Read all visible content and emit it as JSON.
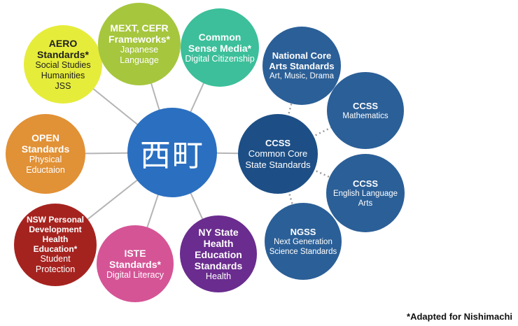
{
  "center": {
    "label": "西町"
  },
  "nodes": {
    "aero": {
      "title": "AERO Standards*",
      "sub": [
        "Social Studies",
        "Humanities",
        "JSS"
      ],
      "color": "#e6ec3a"
    },
    "mext": {
      "title": "MEXT, CEFR Frameworks*",
      "sub": [
        "Japanese",
        "Language"
      ],
      "color": "#a6c63e"
    },
    "csm": {
      "title": "Common Sense Media*",
      "sub": [
        "Digital Citizenship"
      ],
      "color": "#3cbf9a"
    },
    "open": {
      "title": "OPEN Standards",
      "sub": [
        "Physical",
        "Eductaion"
      ],
      "color": "#e19136"
    },
    "nsw": {
      "title": "NSW Personal Development Health Education*",
      "sub": [
        "Student Protection"
      ],
      "color": "#a5231f"
    },
    "iste": {
      "title": "ISTE Standards*",
      "sub": [
        "Digital Literacy"
      ],
      "color": "#d55496"
    },
    "ny": {
      "title": "NY State Health Education Standards",
      "sub": [
        "Health"
      ],
      "color": "#6a2c8e"
    },
    "ccss": {
      "title": "CCSS",
      "sub": [
        "Common Core",
        "State Standards"
      ],
      "color": "#1d4f86"
    },
    "arts": {
      "title": "National Core Arts Standards",
      "sub": [
        "Art, Music, Drama"
      ],
      "color": "#2b5f97"
    },
    "math": {
      "title": "CCSS",
      "sub": [
        "Mathematics"
      ],
      "color": "#2b5f97"
    },
    "ela": {
      "title": "CCSS",
      "sub": [
        "English Language",
        "Arts"
      ],
      "color": "#2b5f97"
    },
    "ngss": {
      "title": "NGSS",
      "sub": [
        "Next Generation",
        "Science Standards"
      ],
      "color": "#2b5f97"
    }
  },
  "footnote": "*Adapted for Nishimachi"
}
